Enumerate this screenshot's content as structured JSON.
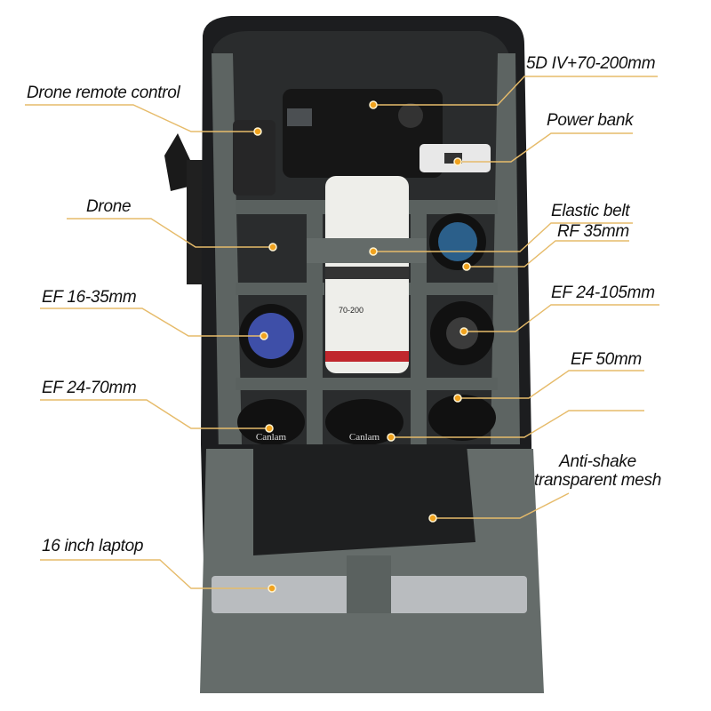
{
  "colors": {
    "leader_line": "#e6bb6a",
    "dot": "#f0a21e",
    "bag_body": "#1c1d1f",
    "bag_lining": "#5d6462",
    "lens_white": "#eeeeea"
  },
  "labels": {
    "drone_remote": "Drone remote control",
    "drone": "Drone",
    "ef1635": "EF 16-35mm",
    "ef2470": "EF 24-70mm",
    "laptop": "16 inch laptop",
    "camera": "5D IV+70-200mm",
    "power_bank": "Power bank",
    "elastic_belt": "Elastic belt",
    "rf35": "RF 35mm",
    "ef24105": "EF 24-105mm",
    "ef50": "EF 50mm",
    "mesh_line1": "Anti-shake",
    "mesh_line2": "transparent mesh"
  },
  "product_print": {
    "lens_brand": "Canlam",
    "lens_model": "70-200"
  }
}
